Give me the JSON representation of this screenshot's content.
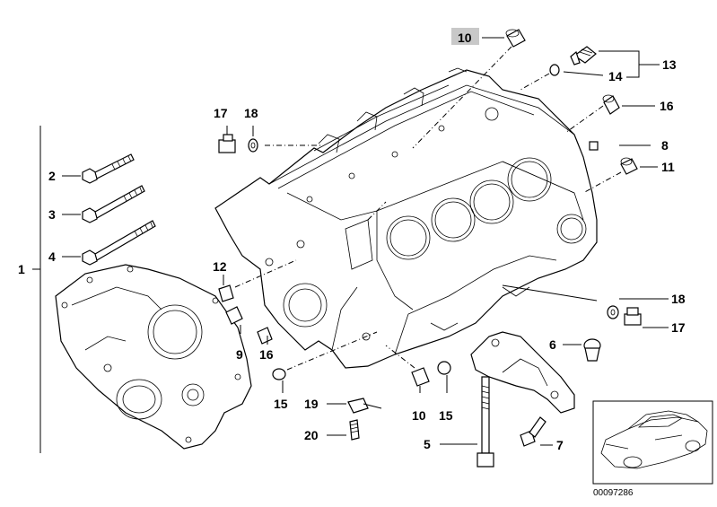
{
  "labels": [
    {
      "id": "c10top",
      "text": "10",
      "highlight": true
    },
    {
      "id": "c13",
      "text": "13"
    },
    {
      "id": "c14",
      "text": "14"
    },
    {
      "id": "c16r",
      "text": "16"
    },
    {
      "id": "c8",
      "text": "8"
    },
    {
      "id": "c11",
      "text": "11"
    },
    {
      "id": "c17t",
      "text": "17"
    },
    {
      "id": "c18t",
      "text": "18"
    },
    {
      "id": "c2",
      "text": "2"
    },
    {
      "id": "c3",
      "text": "3"
    },
    {
      "id": "c4",
      "text": "4"
    },
    {
      "id": "c1",
      "text": "1"
    },
    {
      "id": "c12",
      "text": "12"
    },
    {
      "id": "c9",
      "text": "9"
    },
    {
      "id": "c16l",
      "text": "16"
    },
    {
      "id": "c15l",
      "text": "15"
    },
    {
      "id": "c19",
      "text": "19"
    },
    {
      "id": "c20",
      "text": "20"
    },
    {
      "id": "c10b",
      "text": "10"
    },
    {
      "id": "c15b",
      "text": "15"
    },
    {
      "id": "c5",
      "text": "5"
    },
    {
      "id": "c6",
      "text": "6"
    },
    {
      "id": "c7",
      "text": "7"
    },
    {
      "id": "c18r",
      "text": "18"
    },
    {
      "id": "c17r",
      "text": "17"
    }
  ],
  "diagram_code": "00097286",
  "colors": {
    "highlight": "#c8c8c8",
    "line": "#000000",
    "background": "#ffffff"
  }
}
